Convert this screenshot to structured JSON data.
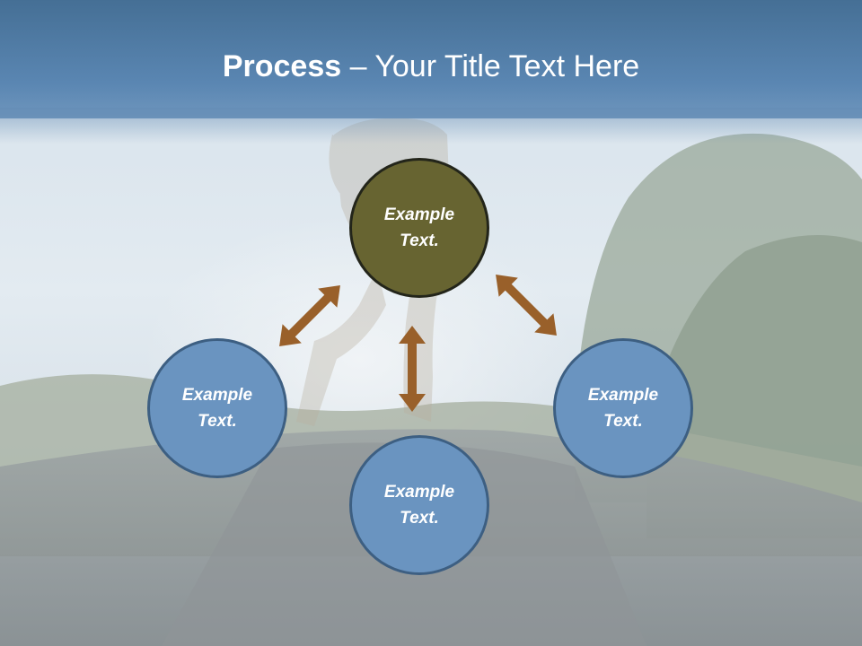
{
  "title": {
    "bold": "Process",
    "rest": " – Your Title Text Here"
  },
  "nodes": {
    "top": "Example\nText.",
    "left": "Example\nText.",
    "right": "Example\nText.",
    "bottom": "Example\nText."
  },
  "colors": {
    "title_bar": "#5a86b2",
    "top_node": "#676431",
    "side_nodes": "#6a94c0",
    "arrows": "#99602a"
  }
}
